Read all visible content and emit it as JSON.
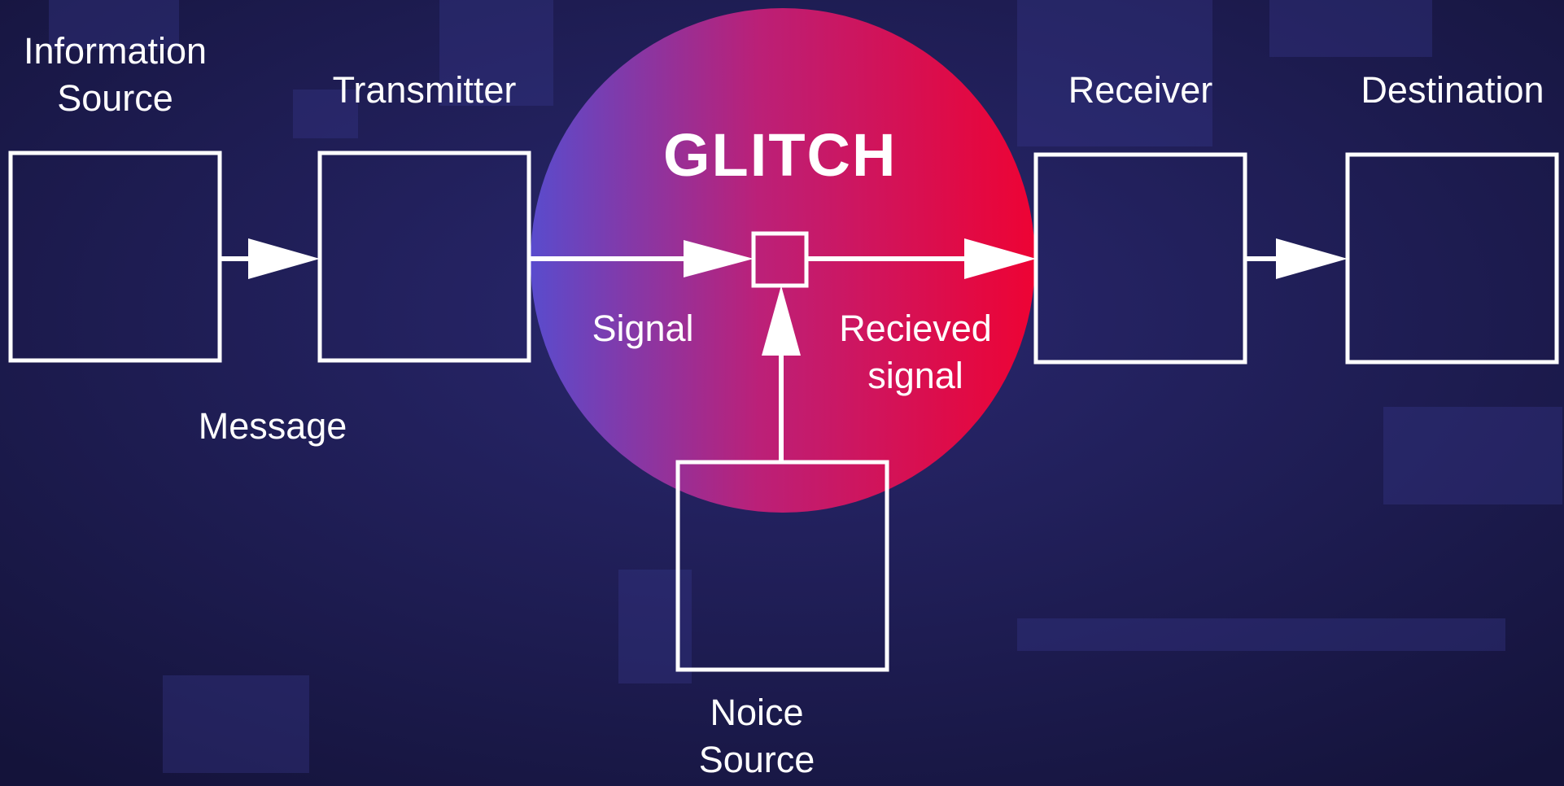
{
  "colors": {
    "background": "#1b1a4a",
    "line": "#ffffff",
    "glitch_gradient_left": "#5e4fd6",
    "glitch_gradient_mid": "#d11a6e",
    "glitch_gradient_right": "#ff0030"
  },
  "blocks": {
    "information_source": [
      "Information",
      "Source"
    ],
    "transmitter": "Transmitter",
    "receiver": "Receiver",
    "destination": "Destination",
    "noise_source": [
      "Noice",
      "Source"
    ]
  },
  "labels": {
    "message": "Message",
    "signal": "Signal",
    "received_signal": [
      "Recieved",
      "signal"
    ]
  },
  "highlight": {
    "title": "GLITCH"
  }
}
